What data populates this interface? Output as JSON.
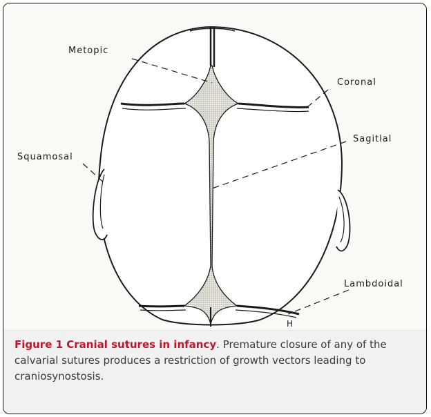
{
  "figure": {
    "caption_title": "Figure 1 Cranial sutures in infancy",
    "caption_separator": ".",
    "caption_body": " Premature closure of any of the calvarial sutures produces a restriction of growth vectors leading to craniosynostosis."
  },
  "diagram": {
    "labels": {
      "metopic": "Metopic",
      "coronal": "Coronal",
      "sagittal": "Sagitlal",
      "squamosal": "Squamosal",
      "lambdoidal": "Lambdoidal"
    },
    "artist_mark": "H"
  },
  "colors": {
    "caption_title": "#c0162b",
    "caption_text": "#3a3a3a",
    "caption_background": "#f1f1f1",
    "frame_border": "#111111",
    "ink": "#1a1a1a"
  }
}
